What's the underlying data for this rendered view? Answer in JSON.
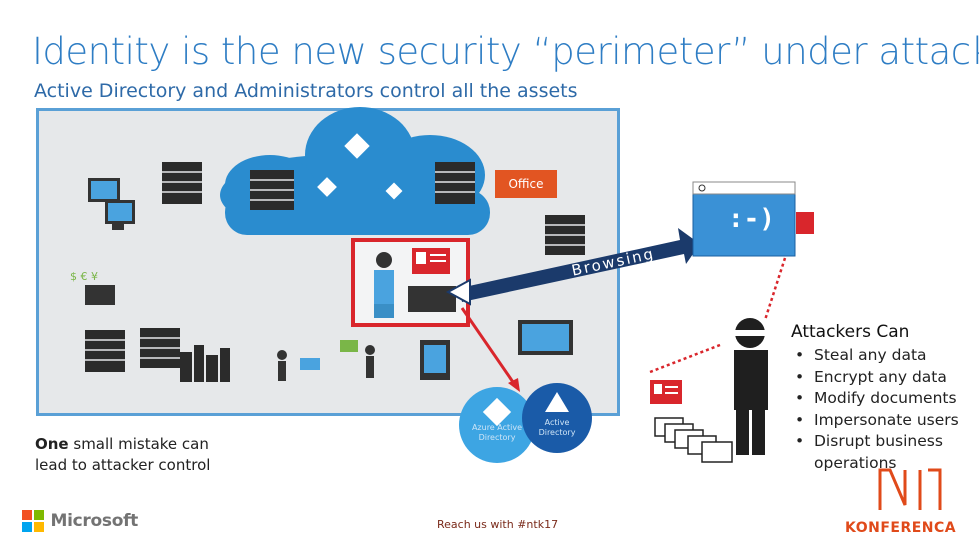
{
  "title": "Identity is the new security “perimeter” under attack",
  "subtitle": "Active Directory and Administrators control all the assets",
  "diagram": {
    "office_label": "Office",
    "browsing_label": "Browsing",
    "screen_face": ":-)",
    "azure_ad_label": "Azure Active Directory",
    "ad_label": "Active Directory"
  },
  "attackers": {
    "heading": "Attackers Can",
    "items": [
      "Steal any data",
      "Encrypt any data",
      "Modify documents",
      "Impersonate users",
      "Disrupt business operations"
    ]
  },
  "mistake": {
    "bold": "One",
    "rest": " small mistake can lead to attacker control"
  },
  "footer": {
    "hashtag": "Reach us with #ntk17",
    "brand": "Microsoft",
    "conference": "KONFERENCA"
  },
  "colors": {
    "title": "#2e7dc4",
    "accent_red": "#d9262c",
    "cloud": "#2a8ccf",
    "navy": "#1b3a6b",
    "konf": "#e04a1a"
  }
}
